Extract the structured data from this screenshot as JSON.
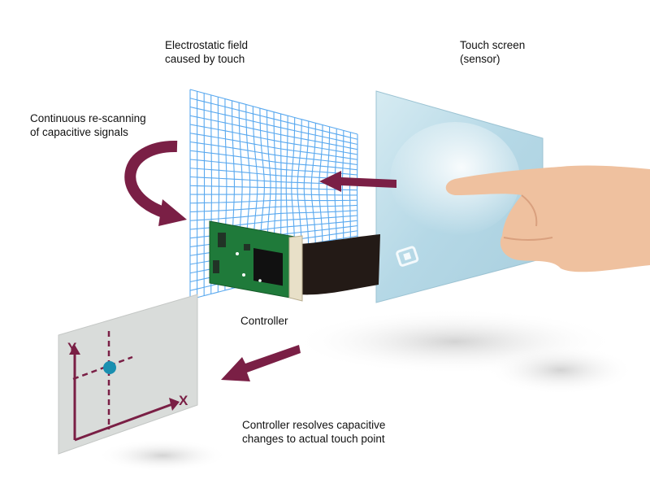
{
  "labels": {
    "electrostatic_field": [
      "Electrostatic field",
      "caused by touch"
    ],
    "touch_screen": [
      "Touch screen",
      "(sensor)"
    ],
    "rescanning": [
      "Continuous re-scanning",
      "of capacitive signals"
    ],
    "controller": "Controller",
    "resolves": [
      "Controller resolves capacitive",
      "changes to actual touch point"
    ]
  },
  "axes": {
    "y": "Y",
    "x": "X"
  },
  "colors": {
    "arrow": "#7a1f45",
    "grid": "#5aa9ef",
    "screen": "#bcdde9",
    "pcb": "#1f7a3a",
    "cable": "#231a16",
    "plane": "#d9dcda",
    "touch_point": "#1a8fb0",
    "skin": "#efc19f"
  }
}
